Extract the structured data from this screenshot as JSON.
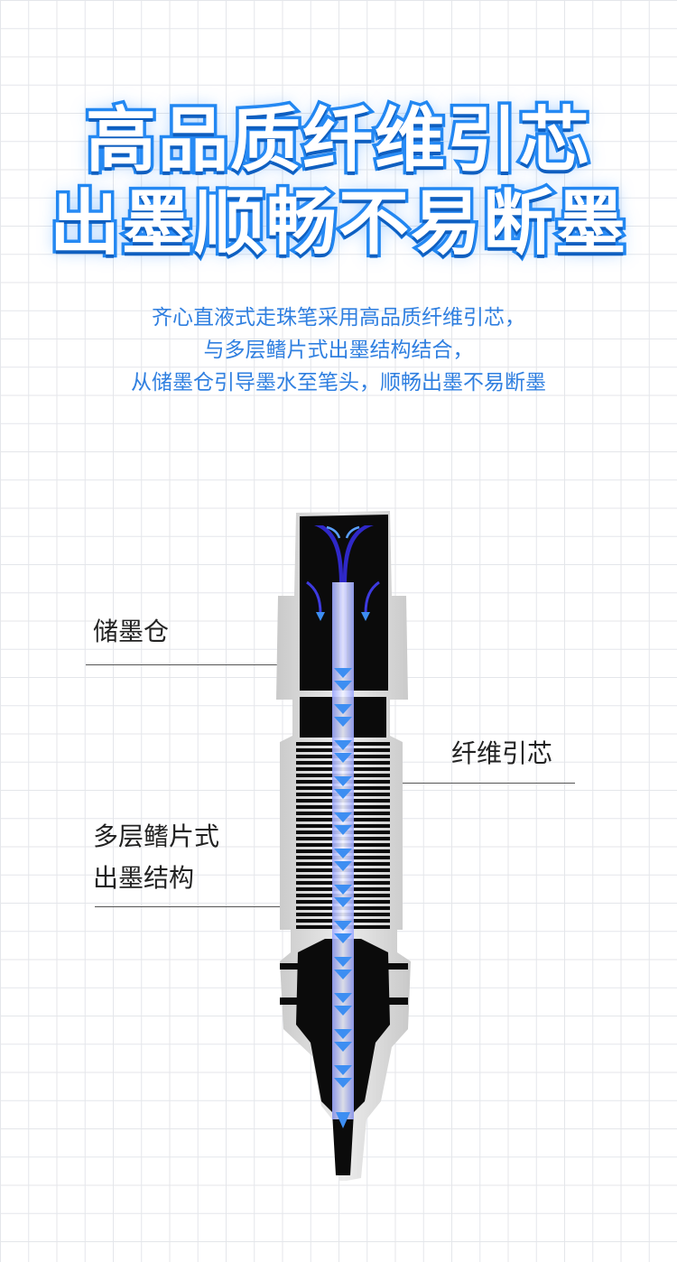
{
  "headline": {
    "line1": "高品质纤维引芯",
    "line2": "出墨顺畅不易断墨"
  },
  "description": {
    "line1": "齐心直液式走珠笔采用高品质纤维引芯，",
    "line2": "与多层鳍片式出墨结构结合，",
    "line3": "从储墨仓引导墨水至笔头，顺畅出墨不易断墨"
  },
  "callouts": {
    "reservoir": "储墨仓",
    "wick": "纤维引芯",
    "fins_line1": "多层鳍片式",
    "fins_line2": "出墨结构"
  },
  "colors": {
    "title_fill": "#ffffff",
    "title_stroke": "#1f86f0",
    "description_text": "#2f7fe0",
    "ink_blue": "#2f28c8",
    "arrow_blue": "#3d8ef2",
    "pen_body": "#0b0b0b",
    "pen_shell": "#d6d6d6"
  },
  "icons": {
    "flow_arrows": "arrow-down-icon"
  }
}
